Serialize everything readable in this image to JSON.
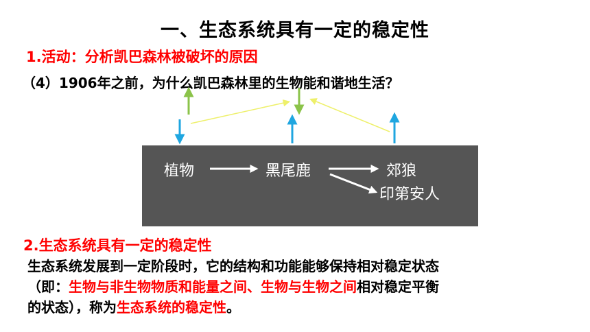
{
  "title": "一、生态系统具有一定的稳定性",
  "section1": {
    "heading": "1.活动：分析凯巴森林被破坏的原因",
    "question": "（4）1906年之前，为什么凯巴森林里的生物能和谐地生活？"
  },
  "food_web": {
    "organisms": {
      "plant": "植物",
      "deer": "黑尾鹿",
      "coyote": "郊狼",
      "natives": "印第安人"
    }
  },
  "section2": {
    "heading": "2.生态系统具有一定的稳定性",
    "line1": "生态系统发展到一定阶段时，它的结构和功能能够保持相对稳定状态",
    "line2_prefix": "（即：",
    "line2_highlight": "生物与非生物物质和能量之间、生物与生物之间",
    "line2_suffix": "相对稳定平衡",
    "line3_prefix": "的状态），称为",
    "line3_highlight": "生态系统的稳定性",
    "line3_suffix": "。"
  },
  "colors": {
    "heading_red": "#ff0000",
    "box_gray": "#555555",
    "arrow_blue": "#1fa6e0",
    "arrow_green": "#8bc34a",
    "arrow_yellow": "#eef06a"
  }
}
